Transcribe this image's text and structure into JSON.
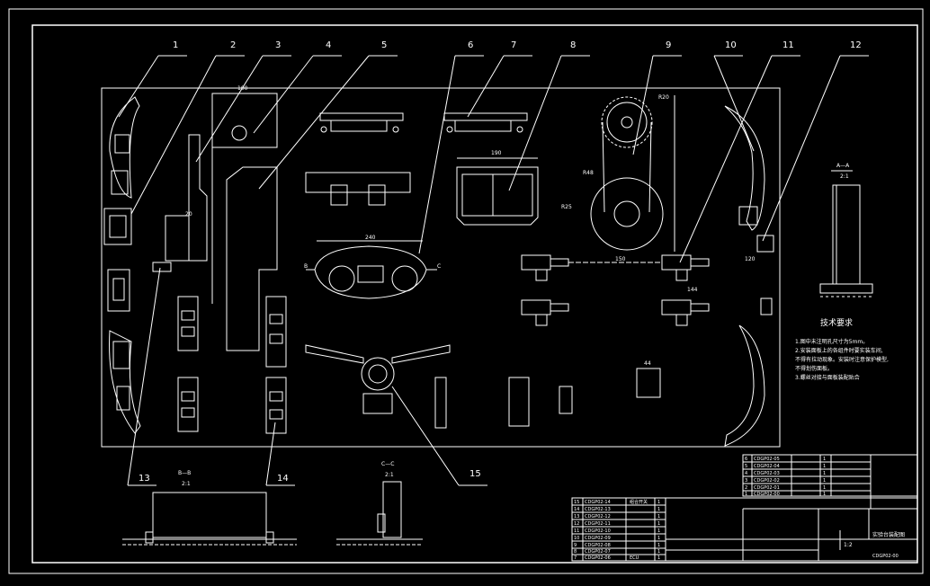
{
  "colors": {
    "background": "#000000",
    "line": "#ffffff",
    "accent_red": "#ff3030",
    "accent_yellow": "#ffff00"
  },
  "balloons": [
    "1",
    "2",
    "3",
    "4",
    "5",
    "6",
    "7",
    "8",
    "9",
    "10",
    "11",
    "12",
    "13",
    "14",
    "15"
  ],
  "section_views": {
    "a": "A—A",
    "b": "B—B",
    "c": "C—C",
    "scale": "2:1"
  },
  "section_marks": {
    "b": "B",
    "c": "C"
  },
  "dimensions": {
    "d1": "R20",
    "d2": "R48",
    "d3": "R25",
    "d4": "150",
    "d5": "240",
    "d6": "190",
    "d7": "100",
    "d8": "144",
    "d9": "44",
    "d10": "20",
    "d11": "120"
  },
  "tech_requirements": {
    "title": "技术要求",
    "items": [
      "1.图中未注明孔尺寸为5mm。",
      "2.安装面板上的各组件时要实装车间,",
      "  不得有拉动现象。安装时注意保护模型,",
      "  不得划伤面板。",
      "3.螺丝对接与面板装配贴合"
    ]
  },
  "bom_left": {
    "rows": [
      [
        "15",
        "CDGP02-14",
        "组合开关",
        "1"
      ],
      [
        "14",
        "CDGP02-13",
        "",
        "1"
      ],
      [
        "13",
        "CDGP02-12",
        "",
        "1"
      ],
      [
        "12",
        "CDGP02-11",
        "",
        "1"
      ],
      [
        "11",
        "CDGP02-10",
        "",
        "1"
      ],
      [
        "10",
        "CDGP02-09",
        "",
        "1"
      ],
      [
        "9",
        "CDGP02-08",
        "",
        "1"
      ],
      [
        "8",
        "CDGP02-07",
        "",
        "1"
      ],
      [
        "7",
        "CDGP02-06",
        "ECU",
        "1"
      ]
    ]
  },
  "bom_right": {
    "rows": [
      [
        "6",
        "CDGP02-05",
        "",
        "1"
      ],
      [
        "5",
        "CDGP02-04",
        "",
        "1"
      ],
      [
        "4",
        "CDGP02-03",
        "",
        "1"
      ],
      [
        "3",
        "CDGP02-02",
        "",
        "1"
      ],
      [
        "2",
        "CDGP02-01",
        "",
        "1"
      ],
      [
        "1",
        "CDGP02-00",
        "",
        "1"
      ]
    ]
  },
  "title_block": {
    "drawing_title": "实验台装配图",
    "scale": "1:2",
    "drawing_no": "CDGP02-00"
  }
}
